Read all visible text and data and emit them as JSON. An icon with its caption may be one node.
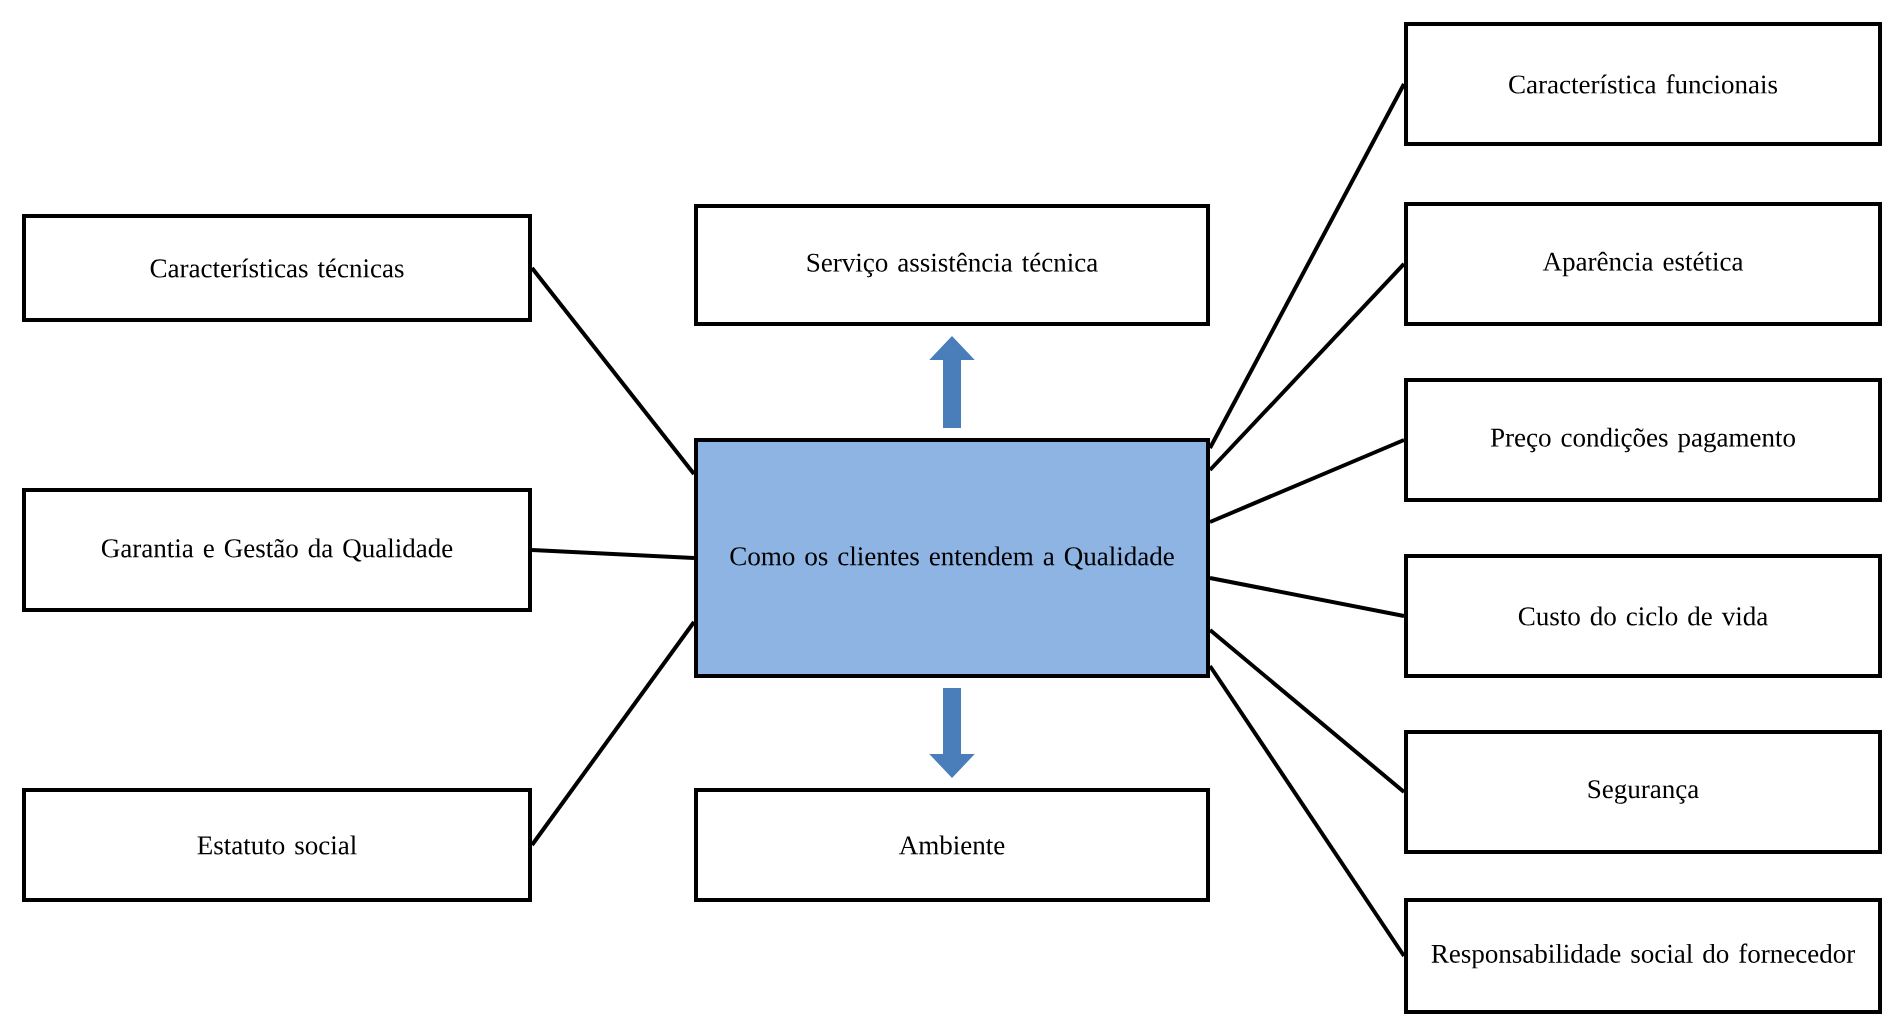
{
  "diagram": {
    "nodes": [
      {
        "text": [
          "Como os clientes entendem a Qualidade"
        ]
      },
      {
        "text": [
          "Característica funcionais"
        ]
      },
      {
        "text": [
          "Características técnicas"
        ]
      },
      {
        "text": [
          "Serviço assistência técnica"
        ]
      },
      {
        "text": [
          "Aparência estética"
        ]
      },
      {
        "text": [
          "Preço condições pagamento"
        ]
      },
      {
        "text": [
          "Garantia e Gestão da Qualidade"
        ]
      },
      {
        "text": [
          "Custo do ciclo de vida"
        ]
      },
      {
        "text": [
          "Estatuto social"
        ]
      },
      {
        "text": [
          "Ambiente"
        ]
      },
      {
        "text": [
          "Segurança"
        ]
      },
      {
        "text": [
          "Responsabilidade social do fornecedor"
        ]
      }
    ],
    "edges": [
      {
        "from": 0,
        "to": 3,
        "arrow": "to",
        "style": "thick",
        "color": "#4a7ebb"
      },
      {
        "from": 0,
        "to": 9,
        "arrow": "to",
        "style": "thick",
        "color": "#4a7ebb"
      },
      {
        "from": 0,
        "to": 2,
        "arrow": "none"
      },
      {
        "from": 0,
        "to": 6,
        "arrow": "none"
      },
      {
        "from": 0,
        "to": 8,
        "arrow": "none"
      },
      {
        "from": 0,
        "to": 1,
        "arrow": "none"
      },
      {
        "from": 0,
        "to": 4,
        "arrow": "none"
      },
      {
        "from": 0,
        "to": 5,
        "arrow": "none"
      },
      {
        "from": 0,
        "to": 7,
        "arrow": "none"
      },
      {
        "from": 0,
        "to": 10,
        "arrow": "none"
      },
      {
        "from": 0,
        "to": 11,
        "arrow": "none"
      }
    ]
  }
}
